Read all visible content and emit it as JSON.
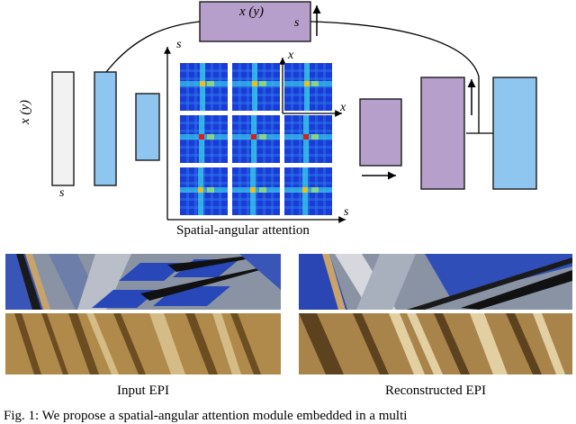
{
  "diagram": {
    "top_block_label": "x (y)",
    "top_block_sub": "s",
    "left_axis_label": "x (y)",
    "left_bottom_label": "s",
    "attention_label": "Spatial-angular attention",
    "axis_s_top": "s",
    "axis_x_inner": "x",
    "axis_x_right": "x",
    "axis_s_bottom": "s"
  },
  "captions": {
    "input": "Input EPI",
    "reconstructed": "Reconstructed EPI",
    "figure_fragment": "Fig. 1:   We propose a spatial-angular attention module embedded in a multi"
  },
  "colors": {
    "light_blue": "#8fc6f0",
    "purple": "#b79fcb",
    "gray_box": "#f2f2f2",
    "heatmap_bg": "#1a3cd6"
  }
}
